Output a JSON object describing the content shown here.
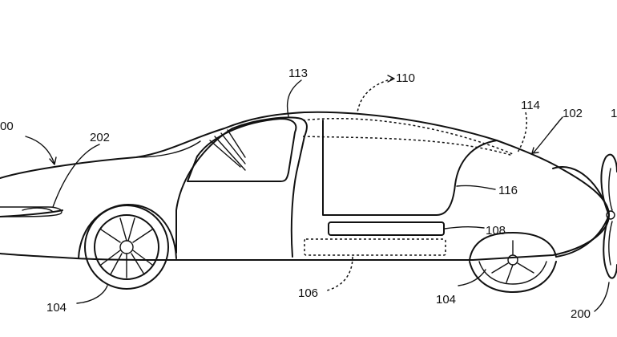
{
  "figure": {
    "labels": {
      "vehicle": "00",
      "body": "102",
      "wheel_front": "104",
      "wheel_rear": "104",
      "underfloor_compartment": "106",
      "side_panel": "108",
      "canopy": "110",
      "door_frame": "113",
      "rear_edge": "114",
      "rear_window_edge": "116",
      "propeller": "200",
      "headlight": "202",
      "cut_label": "1"
    }
  }
}
